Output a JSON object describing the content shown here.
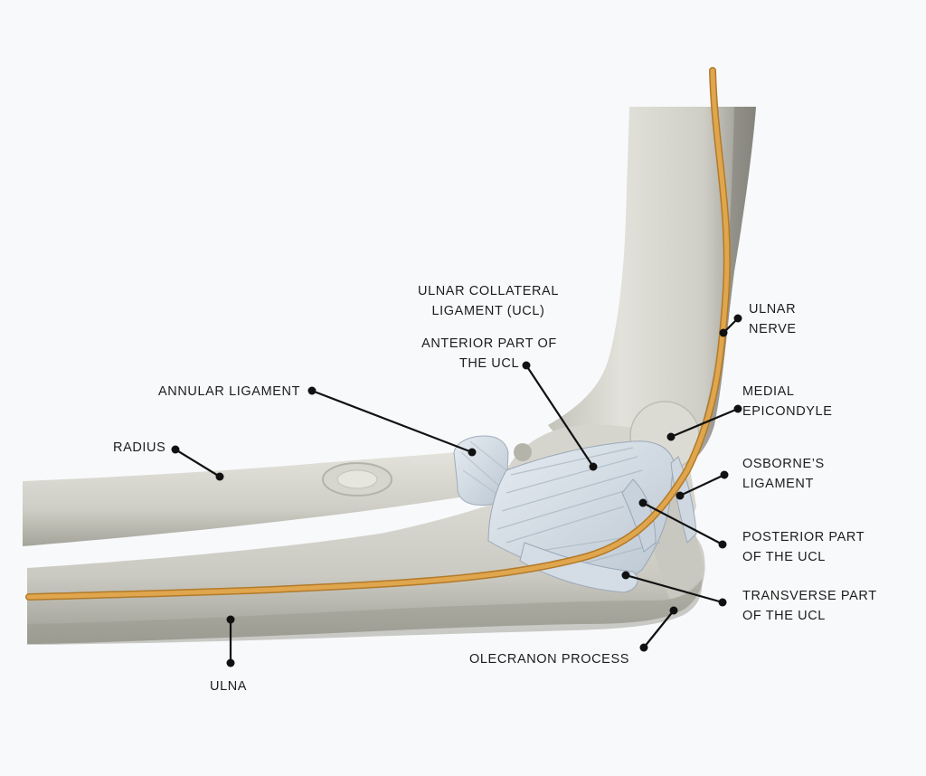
{
  "labels": {
    "ucl": [
      "ULNAR COLLATERAL",
      "LIGAMENT (UCL)"
    ],
    "anterior": [
      "ANTERIOR PART OF",
      "THE UCL"
    ],
    "annular": "ANNULAR LIGAMENT",
    "radius": "RADIUS",
    "ulnar_nerve": [
      "ULNAR",
      "NERVE"
    ],
    "medial_epicondyle": [
      "MEDIAL",
      "EPICONDYLE"
    ],
    "osborne": [
      "OSBORNE’S",
      "LIGAMENT"
    ],
    "posterior": [
      "POSTERIOR PART",
      "OF THE UCL"
    ],
    "transverse": [
      "TRANSVERSE PART",
      "OF THE UCL"
    ],
    "olecranon": "OLECRANON PROCESS",
    "ulna": "ULNA"
  },
  "colors": {
    "background": "#f8f9fb",
    "bone": "#d9d8d0",
    "bone_shadow": "#a9a89f",
    "ligament": "#d2dbe4",
    "nerve": "#d69a3e",
    "leader": "#111111"
  }
}
